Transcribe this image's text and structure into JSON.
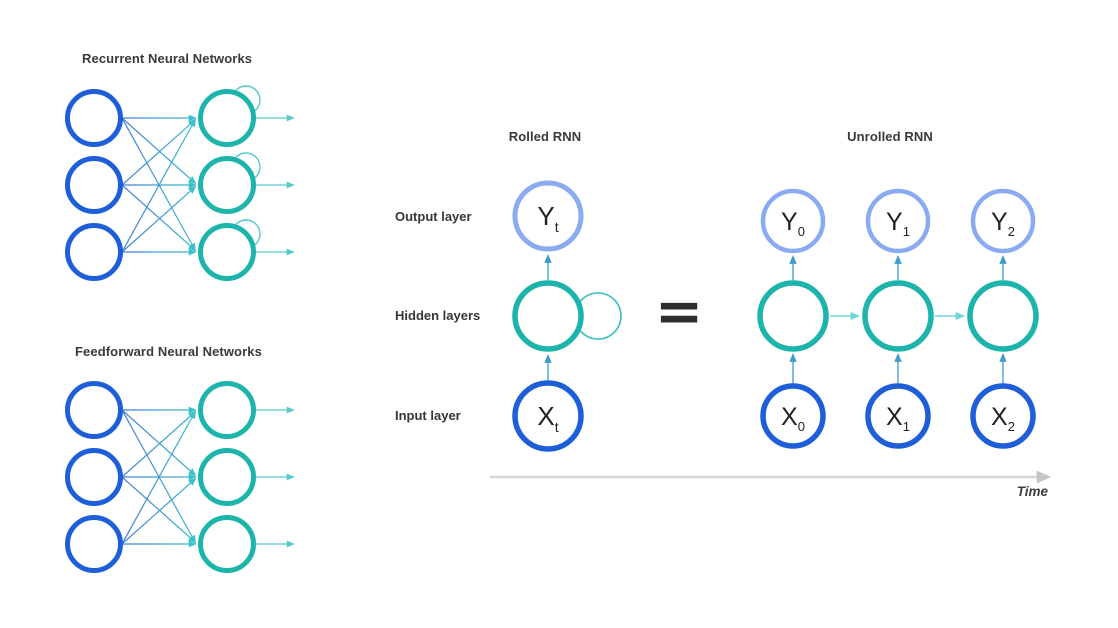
{
  "colors": {
    "node_blue": "#1e5fd9",
    "node_teal": "#1db5ab",
    "node_periwinkle": "#8aabf2",
    "connection_blue": "#4379d8",
    "connection_teal": "#3cc0cc",
    "arrow_vertical": "#3d9cc9",
    "arrow_horizontal": "#6fd4d6",
    "loop_teal": "#55c9cc",
    "equals_dark": "#2e2e2e",
    "axis_gray": "#d8d8d8",
    "text_dark": "#3a3a3a"
  },
  "left_panel": {
    "recurrent_title": "Recurrent Neural Networks",
    "feedforward_title": "Feedforward Neural Networks"
  },
  "rolled_rnn": {
    "title": "Rolled RNN",
    "layer_labels": {
      "output": "Output layer",
      "hidden": "Hidden layers",
      "input": "Input layer"
    },
    "output_node": {
      "main": "Y",
      "sub": "t"
    },
    "input_node": {
      "main": "X",
      "sub": "t"
    }
  },
  "equals_sign": "=",
  "unrolled_rnn": {
    "title": "Unrolled RNN",
    "output_nodes": [
      {
        "main": "Y",
        "sub": "0"
      },
      {
        "main": "Y",
        "sub": "1"
      },
      {
        "main": "Y",
        "sub": "2"
      }
    ],
    "input_nodes": [
      {
        "main": "X",
        "sub": "0"
      },
      {
        "main": "X",
        "sub": "1"
      },
      {
        "main": "X",
        "sub": "2"
      }
    ]
  },
  "time_axis": {
    "label": "Time"
  }
}
